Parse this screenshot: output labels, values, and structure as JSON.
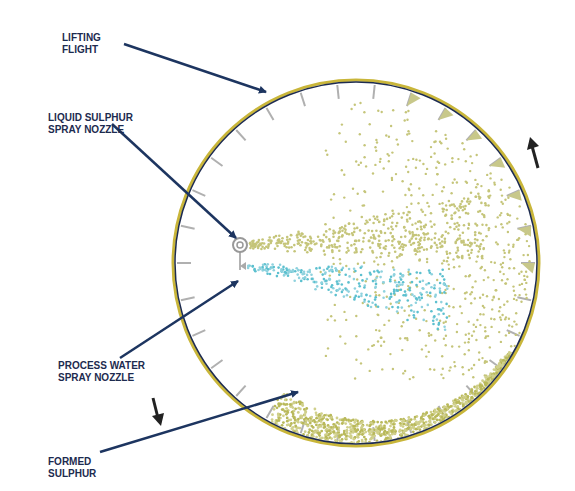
{
  "diagram": {
    "labels": [
      "LIFTING FLIGHT",
      "LIQUID SULPHUR SPRAY NOZZLE",
      "PROCESS WATER SPRAY NOZZLE",
      "FORMED SULPHUR"
    ]
  }
}
